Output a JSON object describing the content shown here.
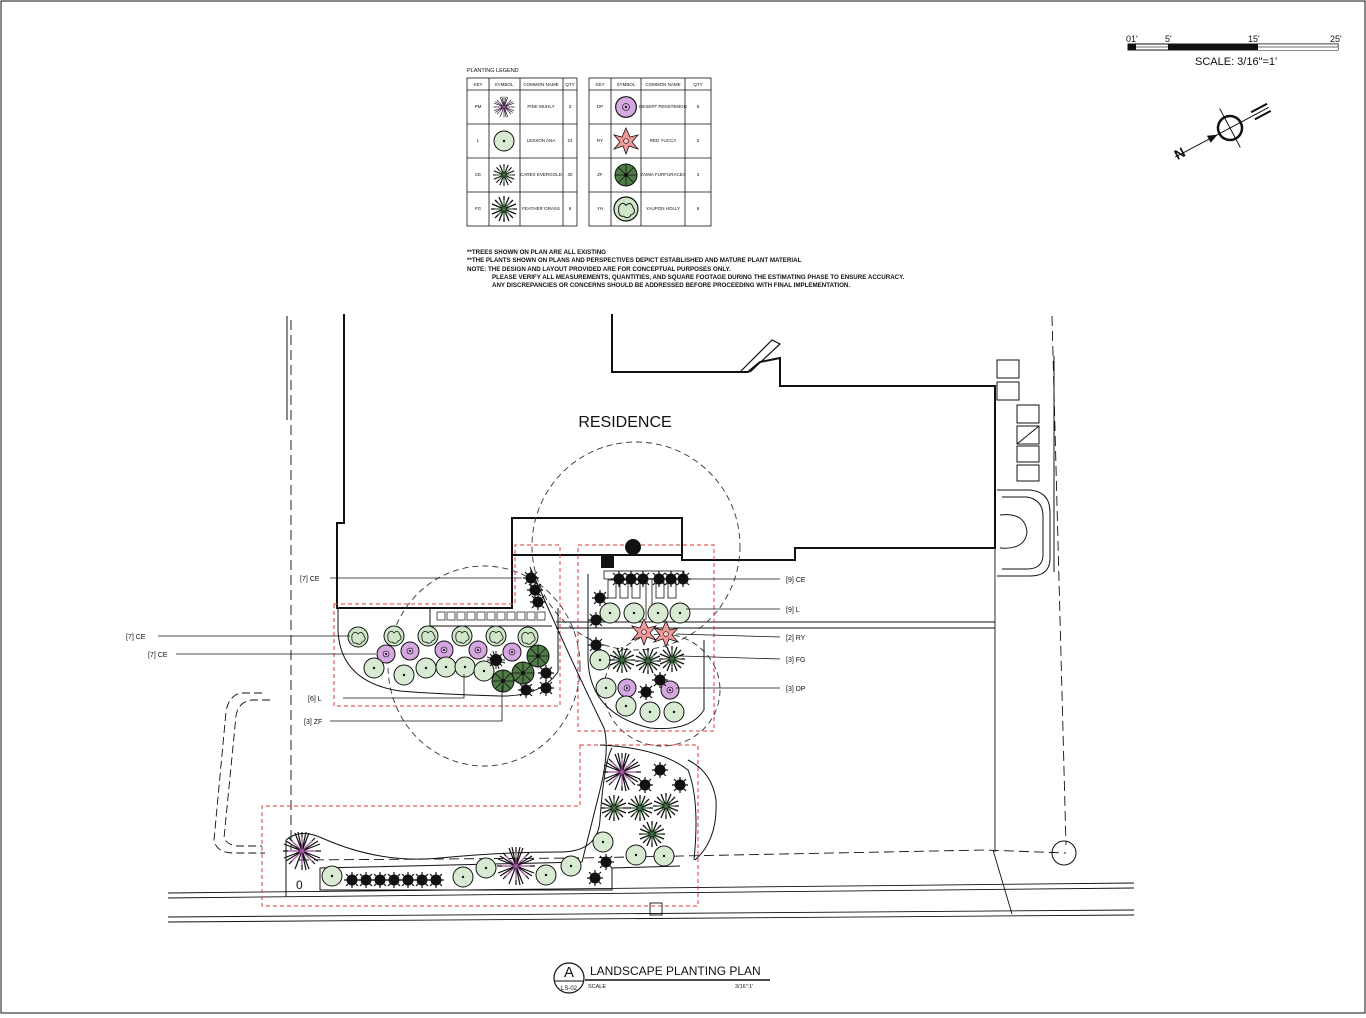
{
  "colors": {
    "line": "#111111",
    "dash_red": "#e23b3b",
    "lessonana": "#d9ead3",
    "penstemon": "#d6a8e2",
    "yucca": "#f19999",
    "zamia": "#4f7c46",
    "yaupon": "#cfe6c9"
  },
  "scale_bar": {
    "ticks": [
      "0",
      "1'",
      "5'",
      "15'",
      "25'"
    ],
    "label": "SCALE: 3/16\"=1'"
  },
  "north_arrow": {
    "icon": "north-arrow-icon",
    "letter": "N"
  },
  "legend": {
    "title": "PLANTING LEGEND",
    "headers": [
      "KEY",
      "SYMBOL",
      "COMMON NAME",
      "QTY"
    ],
    "left_rows": [
      {
        "key": "PM",
        "symbol": "pink-muhly-symbol-icon",
        "name": "PINK MUHLY",
        "qty": "3"
      },
      {
        "key": "L",
        "symbol": "lessonana-symbol-icon",
        "name": "LESSON ANA",
        "qty": "24"
      },
      {
        "key": "CE",
        "symbol": "carex-symbol-icon",
        "name": "CAREX EVERGOLD",
        "qty": "30"
      },
      {
        "key": "FG",
        "symbol": "feather-grass-symbol-icon",
        "name": "FEATHER GRASS",
        "qty": "6"
      }
    ],
    "right_rows": [
      {
        "key": "DP",
        "symbol": "penstemon-symbol-icon",
        "name": "DESERT PENSTEMON",
        "qty": "8"
      },
      {
        "key": "RY",
        "symbol": "red-yucca-symbol-icon",
        "name": "RED YUCCA",
        "qty": "2"
      },
      {
        "key": "ZF",
        "symbol": "zamia-symbol-icon",
        "name": "ZAMIA FURFURACEA",
        "qty": "3"
      },
      {
        "key": "YH",
        "symbol": "yaupon-symbol-icon",
        "name": "YAUPON HOLLY",
        "qty": "6"
      }
    ]
  },
  "notes": [
    "**TREES SHOWN ON PLAN ARE ALL EXISTING",
    "**THE PLANTS SHOWN ON PLANS AND PERSPECTIVES DEPICT ESTABLISHED AND MATURE PLANT MATERIAL",
    "NOTE:  THE DESIGN AND LAYOUT PROVIDED ARE FOR CONCEPTUAL PURPOSES ONLY.",
    "PLEASE VERIFY ALL MEASUREMENTS, QUANTITIES, AND SQUARE FOOTAGE DURING THE ESTIMATING PHASE TO ENSURE ACCURACY.",
    "ANY DISCREPANCIES OR CONCERNS SHOULD BE ADDRESSED BEFORE PROCEEDING WITH FINAL IMPLEMENTATION."
  ],
  "plan": {
    "residence_label": "RESIDENCE",
    "corner_mark": "0",
    "callouts_left": [
      "[7] CE",
      "[7] CE",
      "[7] CE",
      "[6] L",
      "[3] ZF"
    ],
    "callouts_right": [
      "[9] CE",
      "[9] L",
      "[2] RY",
      "[3] FG",
      "[3] DP"
    ]
  },
  "title_block": {
    "letter": "A",
    "sheet": "LS-02",
    "title": "LANDSCAPE PLANTING PLAN",
    "scale_label": "SCALE",
    "scale_value": "3/16\":1'"
  }
}
